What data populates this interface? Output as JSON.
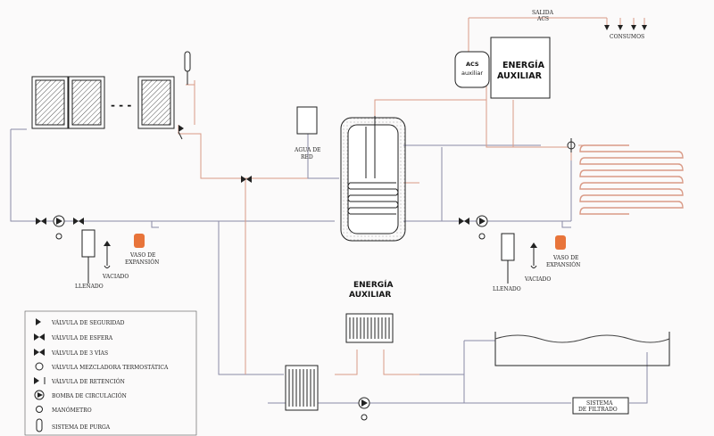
{
  "labels": {
    "salida_acs": "SALIDA\nACS",
    "consumos": "CONSUMOS",
    "acs_auxiliar": "ACS\nauxiliar",
    "energia_auxiliar_top": "ENERGÍA\nAUXILIAR",
    "agua_de_red": "AGUA DE\nRED",
    "vaso_expansion_1": "VASO DE\nEXPANSIÓN",
    "vaso_expansion_2": "VASO DE\nEXPANSIÓN",
    "llenado_1": "LLENADO",
    "vaciado_1": "VACIADO",
    "llenado_2": "LLENADO",
    "vaciado_2": "VACIADO",
    "energia_auxiliar_pool": "ENERGÍA\nAUXILIAR",
    "sistema_filtrado": "SISTEMA\nDE FILTRADO",
    "panel_dots": "- - -"
  },
  "legend": [
    {
      "icon": "safety-valve-icon",
      "label": "VÁLVULA DE SEGURIDAD"
    },
    {
      "icon": "ball-valve-icon",
      "label": "VÁLVULA DE ESFERA"
    },
    {
      "icon": "three-way-valve-icon",
      "label": "VÁLVULA DE 3 VÍAS"
    },
    {
      "icon": "thermostatic-mixing-valve-icon",
      "label": "VÁLVULA MEZCLADORA TERMOSTÁTICA"
    },
    {
      "icon": "check-valve-icon",
      "label": "VÁLVULA DE RETENCIÓN"
    },
    {
      "icon": "circulation-pump-icon",
      "label": "BOMBA DE CIRCULACIÓN"
    },
    {
      "icon": "manometer-icon",
      "label": "MANÓMETRO"
    },
    {
      "icon": "purge-system-icon",
      "label": "SISTEMA DE PURGA"
    }
  ],
  "colors": {
    "hot": "#d99a86",
    "cold": "#8a8aa6",
    "line": "#222222",
    "vessel": "#e8743a"
  }
}
